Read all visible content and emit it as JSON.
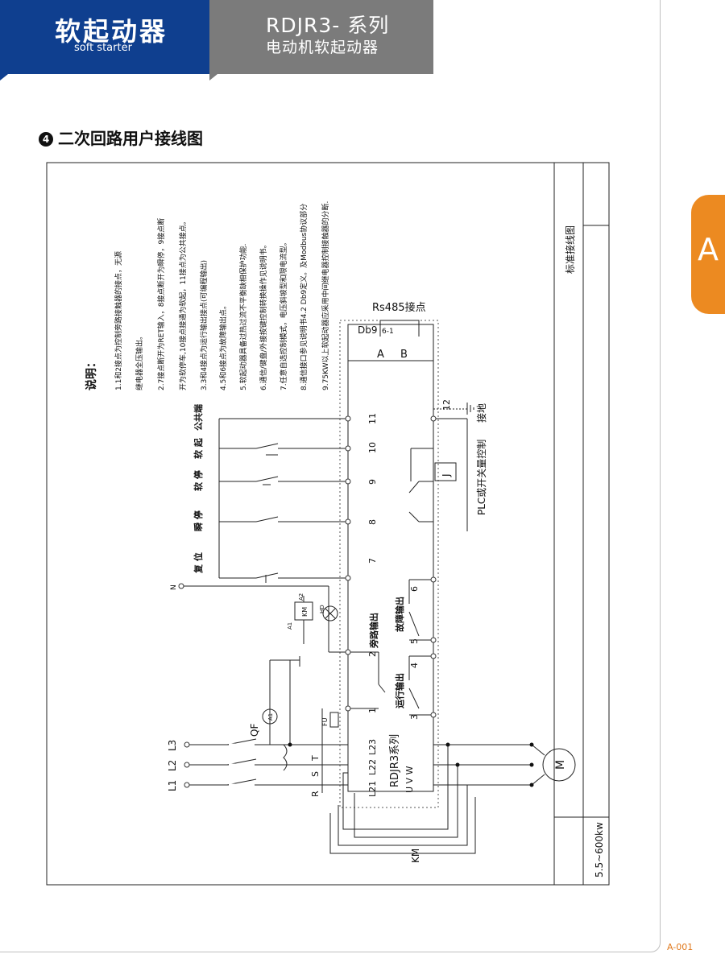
{
  "header": {
    "category_cn": "软起动器",
    "category_en": "soft starter",
    "series_title": "RDJR3- 系列",
    "series_subtitle": "电动机软起动器"
  },
  "section": {
    "bullet": "4",
    "title": "二次回路用户接线图"
  },
  "side_tab": "A",
  "page_number": "A-001",
  "title_block": {
    "drawing_title": "标准接线图",
    "power_range": "5.5~600kw"
  },
  "notes": {
    "heading": "说明：",
    "items": [
      "1.1和2接点为控制旁路接触器的接点，无源",
      "继电器全压输出。",
      "2.7接点断开为RET输入，8接点断开为瞬停，9接点断",
      "开为软停车,10接点接通为软起，11接点为公共接点。",
      "3.3和4接点为运行输出接点(可编程输出)",
      "4.5和6接点为故障输出点。",
      "5.软起动器具备过热过流不平衡缺相保护功能.",
      "6.通信/键盘/外接按键控制转换操作见说明书。",
      "7.任意自选控制模式，电压斜坡型和限电流型。",
      "8.通信接口参见说明书4.2 Db9定义。及Modbus协议部分",
      "9.75KW以上软起动器应采用中间继电器控制接触器的分断."
    ]
  },
  "diagram": {
    "rs485": "Rs485接点",
    "db9": "Db9",
    "db9_pins": "6-1",
    "pin_a": "A",
    "pin_b": "B",
    "terminals": [
      "1",
      "2",
      "3",
      "4",
      "5",
      "6",
      "7",
      "8",
      "9",
      "10",
      "11",
      "12"
    ],
    "input_labels": [
      "复 位",
      "瞬 停",
      "软 停",
      "软 起",
      "公共端"
    ],
    "bypass_output": "旁路输出",
    "run_output": "运行输出",
    "fault_output": "故障输出",
    "plc_label": "PLC或开关量控制",
    "ground_label": "接地",
    "relay_j": "J",
    "neutral": "N",
    "km_coil": "KM",
    "a1": "A1",
    "a2": "A2",
    "hd": "HD",
    "fu": "FU",
    "ammeter": "A1",
    "qf": "QF",
    "phases": [
      "L1",
      "L2",
      "L3"
    ],
    "phase_rst": [
      "R",
      "S",
      "T"
    ],
    "out_terminals": [
      "L21",
      "L22",
      "L23"
    ],
    "uvw": "U   V   W",
    "device_name": "RDJR3系列",
    "km_main": "KM",
    "motor": "M"
  }
}
